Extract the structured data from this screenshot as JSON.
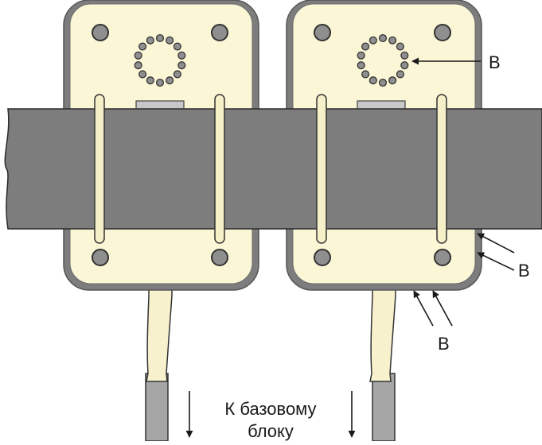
{
  "labels": {
    "b_top": "B",
    "b_right": "B",
    "b_bottom": "B",
    "destination_line1": "К базовому",
    "destination_line2": "блоку"
  },
  "colors": {
    "pipe": "#7d7d7d",
    "pipe_edge": "#2b2b2b",
    "body_fill": "#fbf6d6",
    "body_edge": "#6b6b6b",
    "screw": "#8f8f8f",
    "strap": "#f6f0c9",
    "cable": "#a6a6a6",
    "arrow": "#1a1a1a"
  },
  "icons": [
    "sensor-housing",
    "mounting-screw",
    "sound-port-ring",
    "clamp-strap",
    "cable-sleeve",
    "cable",
    "direction-arrow"
  ]
}
